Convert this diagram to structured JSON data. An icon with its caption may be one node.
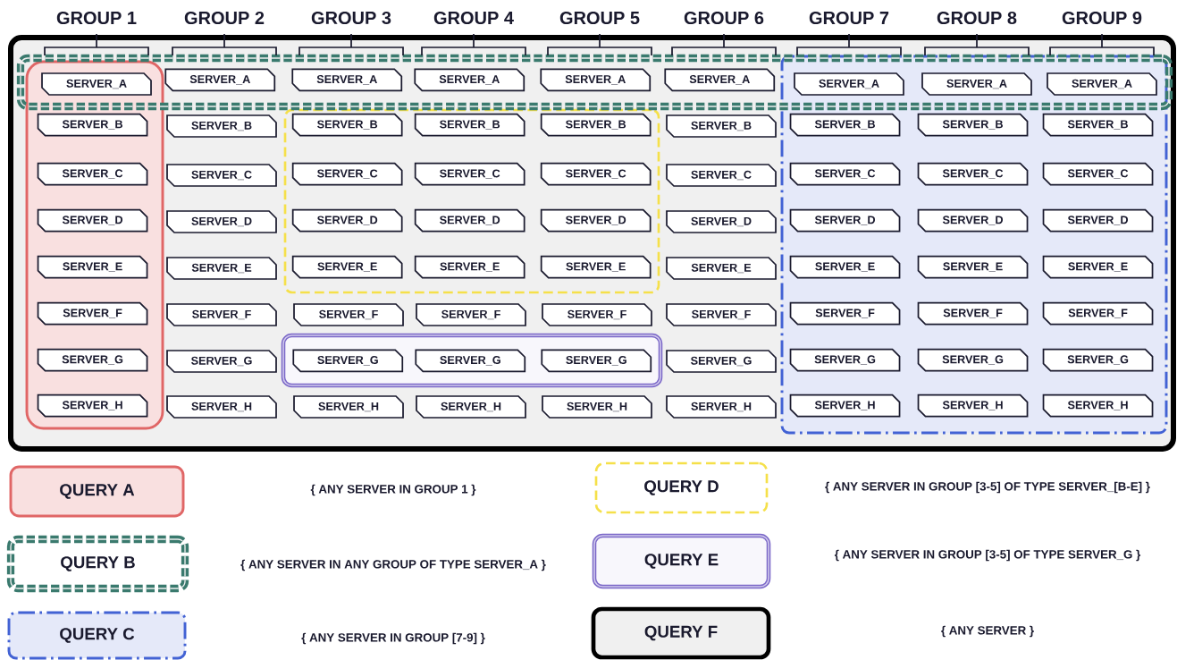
{
  "diagram": {
    "nodes": [
      {
        "text": [],
        "shape": "box"
      },
      {
        "text": [],
        "shape": "box",
        "in": 0
      },
      {
        "text": [],
        "shape": "box",
        "in": 0
      },
      {
        "text": [],
        "shape": "box",
        "in": 0
      },
      {
        "text": [],
        "shape": "box",
        "in": 0
      },
      {
        "text": [],
        "shape": "box",
        "in": 0
      },
      {
        "text": [
          "SERVER_A"
        ]
      },
      {
        "text": [
          "SERVER_A"
        ],
        "in": 2
      },
      {
        "text": [
          "SERVER_A"
        ],
        "in": 2
      },
      {
        "text": [
          "SERVER_A"
        ],
        "in": 2
      },
      {
        "text": [
          "SERVER_A"
        ],
        "in": 2
      },
      {
        "text": [
          "SERVER_A"
        ],
        "in": 2
      },
      {
        "text": [
          "SERVER_A"
        ]
      },
      {
        "text": [
          "SERVER_A"
        ]
      },
      {
        "text": [
          "SERVER_A"
        ]
      },
      {
        "text": [
          "SERVER_B"
        ],
        "in": 1
      },
      {
        "text": [
          "SERVER_B"
        ],
        "in": 0
      },
      {
        "text": [
          "SERVER_B"
        ],
        "in": 4
      },
      {
        "text": [
          "SERVER_B"
        ],
        "in": 4
      },
      {
        "text": [
          "SERVER_B"
        ],
        "in": 4
      },
      {
        "text": [
          "SERVER_B"
        ],
        "in": 0
      },
      {
        "text": [
          "SERVER_B"
        ],
        "in": 3
      },
      {
        "text": [
          "SERVER_B"
        ],
        "in": 3
      },
      {
        "text": [
          "SERVER_B"
        ],
        "in": 3
      },
      {
        "text": [
          "SERVER_C"
        ],
        "in": 1
      },
      {
        "text": [
          "SERVER_C"
        ],
        "in": 0
      },
      {
        "text": [
          "SERVER_C"
        ],
        "in": 4
      },
      {
        "text": [
          "SERVER_C"
        ],
        "in": 4
      },
      {
        "text": [
          "SERVER_C"
        ],
        "in": 4
      },
      {
        "text": [
          "SERVER_C"
        ],
        "in": 0
      },
      {
        "text": [
          "SERVER_C"
        ],
        "in": 3
      },
      {
        "text": [
          "SERVER_C"
        ],
        "in": 3
      },
      {
        "text": [
          "SERVER_C"
        ],
        "in": 3
      },
      {
        "text": [
          "SERVER_D"
        ],
        "in": 1
      },
      {
        "text": [
          "SERVER_D"
        ],
        "in": 0
      },
      {
        "text": [
          "SERVER_D"
        ],
        "in": 4
      },
      {
        "text": [
          "SERVER_D"
        ],
        "in": 4
      },
      {
        "text": [
          "SERVER_D"
        ],
        "in": 4
      },
      {
        "text": [
          "SERVER_D"
        ],
        "in": 0
      },
      {
        "text": [
          "SERVER_D"
        ],
        "in": 3
      },
      {
        "text": [
          "SERVER_D"
        ],
        "in": 3
      },
      {
        "text": [
          "SERVER_D"
        ],
        "in": 3
      },
      {
        "text": [
          "SERVER_E"
        ],
        "in": 1
      },
      {
        "text": [
          "SERVER_E"
        ],
        "in": 0
      },
      {
        "text": [
          "SERVER_E"
        ],
        "in": 4
      },
      {
        "text": [
          "SERVER_E"
        ],
        "in": 4
      },
      {
        "text": [
          "SERVER_E"
        ],
        "in": 4
      },
      {
        "text": [
          "SERVER_E"
        ],
        "in": 0
      },
      {
        "text": [
          "SERVER_E"
        ],
        "in": 3
      },
      {
        "text": [
          "SERVER_E"
        ],
        "in": 3
      },
      {
        "text": [
          "SERVER_E"
        ],
        "in": 3
      },
      {
        "text": [
          "SERVER_F"
        ],
        "in": 1
      },
      {
        "text": [
          "SERVER_F"
        ],
        "in": 0
      },
      {
        "text": [
          "SERVER_F"
        ],
        "in": 0
      },
      {
        "text": [
          "SERVER_F"
        ],
        "in": 0
      },
      {
        "text": [
          "SERVER_F"
        ],
        "in": 0
      },
      {
        "text": [
          "SERVER_F"
        ],
        "in": 0
      },
      {
        "text": [
          "SERVER_F"
        ],
        "in": 3
      },
      {
        "text": [
          "SERVER_F"
        ],
        "in": 3
      },
      {
        "text": [
          "SERVER_F"
        ],
        "in": 3
      },
      {
        "text": [
          "SERVER_G"
        ],
        "in": 1
      },
      {
        "text": [
          "SERVER_G"
        ],
        "in": 0
      },
      {
        "text": [
          "SERVER_G"
        ],
        "in": 5
      },
      {
        "text": [
          "SERVER_G"
        ],
        "in": 5
      },
      {
        "text": [
          "SERVER_G"
        ],
        "in": 5
      },
      {
        "text": [
          "SERVER_G"
        ],
        "in": 0
      },
      {
        "text": [
          "SERVER_G"
        ],
        "in": 3
      },
      {
        "text": [
          "SERVER_G"
        ],
        "in": 3
      },
      {
        "text": [
          "SERVER_G"
        ],
        "in": 3
      },
      {
        "text": [
          "SERVER_H"
        ],
        "in": 1
      },
      {
        "text": [
          "SERVER_H"
        ],
        "in": 0
      },
      {
        "text": [
          "SERVER_H"
        ],
        "in": 0
      },
      {
        "text": [
          "SERVER_H"
        ],
        "in": 0
      },
      {
        "text": [
          "SERVER_H"
        ],
        "in": 0
      },
      {
        "text": [
          "SERVER_H"
        ],
        "in": 0
      },
      {
        "text": [
          "SERVER_H"
        ],
        "in": 3
      },
      {
        "text": [
          "SERVER_H"
        ],
        "in": 3
      },
      {
        "text": [
          "SERVER_H"
        ],
        "in": 3
      },
      {
        "text": [
          "QUERY A"
        ]
      },
      {
        "text": [
          "QUERY D"
        ]
      },
      {
        "text": [
          "QUERY B"
        ]
      },
      {
        "text": [
          "QUERY E"
        ]
      },
      {
        "text": [
          "QUERY C"
        ]
      },
      {
        "text": [
          "QUERY F"
        ]
      }
    ],
    "labels": [
      "GROUP 1",
      "GROUP 2",
      "GROUP 3",
      "GROUP 4",
      "GROUP 5",
      "GROUP 6",
      "GROUP 7",
      "GROUP 8",
      "GROUP 9",
      "{ ANY SERVER IN GROUP 1 }",
      "{ ANY SERVER IN GROUP [3-5] OF TYPE SERVER_[B-E] }",
      "{ ANY SERVER IN ANY GROUP OF TYPE SERVER_A }",
      "{ ANY SERVER IN GROUP [3-5] OF TYPE SERVER_G }",
      "{ ANY SERVER IN GROUP [7-9] }",
      "{ ANY SERVER }"
    ]
  }
}
